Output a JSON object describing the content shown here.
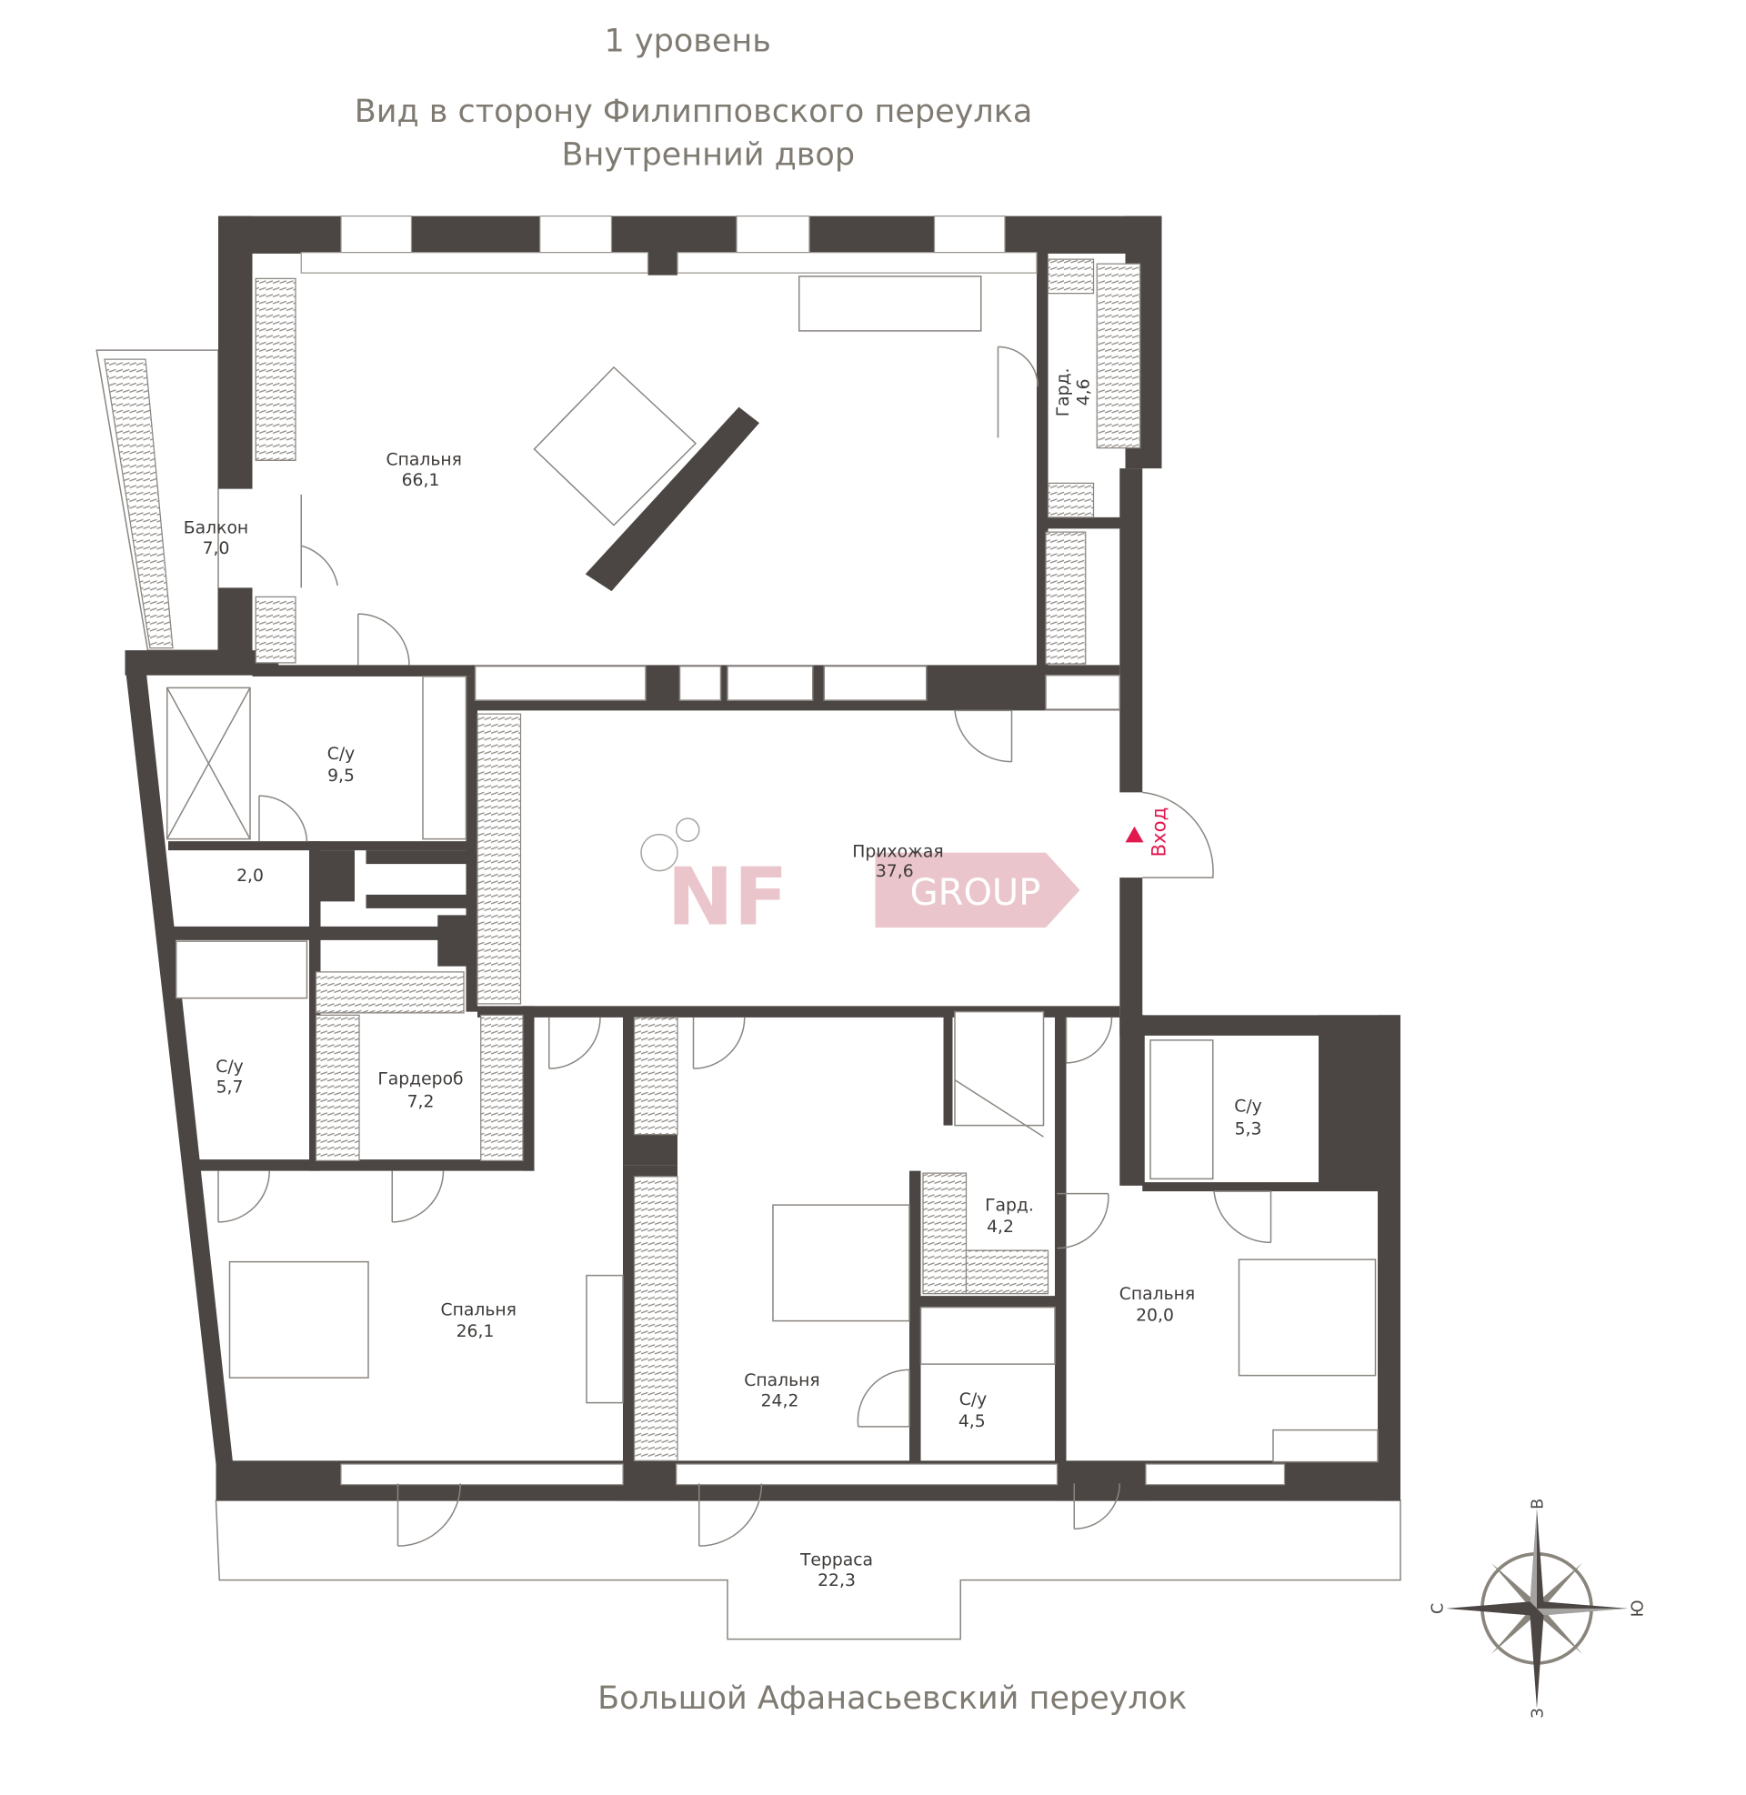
{
  "header": {
    "level": "1 уровень",
    "view_line1": "Вид в сторону Филипповского переулка",
    "view_line2": "Внутренний двор"
  },
  "footer": {
    "street": "Большой Афанасьевский переулок"
  },
  "rooms": [
    {
      "name": "Спальня",
      "area": "66,1"
    },
    {
      "name": "Балкон",
      "area": "7,0"
    },
    {
      "name": "Гард.",
      "area": "4,6"
    },
    {
      "name": "С/у",
      "area": "9,5"
    },
    {
      "name": "",
      "area": "2,0"
    },
    {
      "name": "Прихожая",
      "area": "37,6"
    },
    {
      "name": "С/у",
      "area": "5,7"
    },
    {
      "name": "Гардероб",
      "area": "7,2"
    },
    {
      "name": "С/у",
      "area": "5,3"
    },
    {
      "name": "Гард.",
      "area": "4,2"
    },
    {
      "name": "Спальня",
      "area": "26,1"
    },
    {
      "name": "Спальня",
      "area": "24,2"
    },
    {
      "name": "С/у",
      "area": "4,5"
    },
    {
      "name": "Спальня",
      "area": "20,0"
    },
    {
      "name": "Терраса",
      "area": "22,3"
    }
  ],
  "entrance": {
    "label": "Вход",
    "color": "#e0194f"
  },
  "compass": {
    "north": "С",
    "east": "В",
    "south": "Ю",
    "west": "З"
  },
  "watermark": {
    "logo_text": "NF GROUP",
    "color": "#e4b3bb"
  },
  "colors": {
    "walls": "#4b4643",
    "text": "#807b72"
  }
}
